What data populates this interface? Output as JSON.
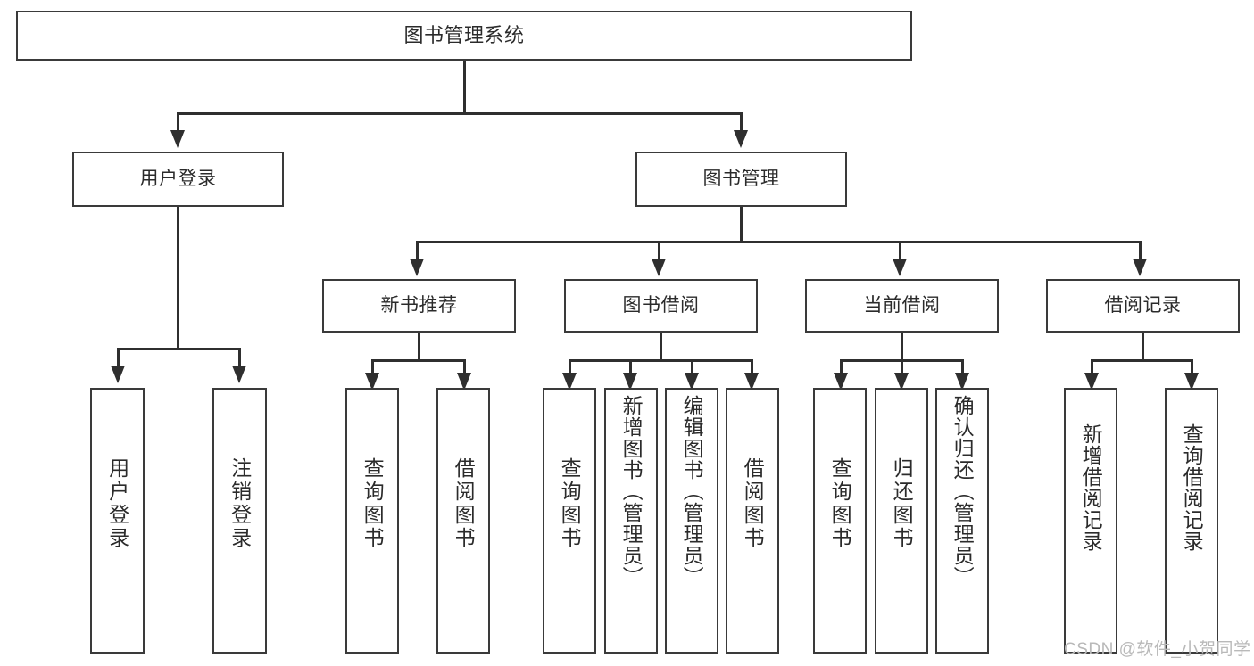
{
  "diagram": {
    "title_node": {
      "label": "图书管理系统"
    },
    "level2": [
      {
        "id": "user-login",
        "label": "用户登录"
      },
      {
        "id": "book-management",
        "label": "图书管理"
      }
    ],
    "level3": [
      {
        "id": "new-book-recommend",
        "label": "新书推荐"
      },
      {
        "id": "book-borrow",
        "label": "图书借阅"
      },
      {
        "id": "current-borrow",
        "label": "当前借阅"
      },
      {
        "id": "borrow-record",
        "label": "借阅记录"
      }
    ],
    "leaves": {
      "user_login": [
        {
          "id": "leaf-user-login",
          "label": "用户登录"
        },
        {
          "id": "leaf-logout-login",
          "label": "注销登录"
        }
      ],
      "new_book_recommend": [
        {
          "id": "leaf-query-book-1",
          "label": "查询图书"
        },
        {
          "id": "leaf-borrow-book-1",
          "label": "借阅图书"
        }
      ],
      "book_borrow": [
        {
          "id": "leaf-query-book-2",
          "label": "查询图书"
        },
        {
          "id": "leaf-add-book",
          "label": "新增图书（管理员）"
        },
        {
          "id": "leaf-edit-book",
          "label": "编辑图书（管理员）"
        },
        {
          "id": "leaf-borrow-book-2",
          "label": "借阅图书"
        }
      ],
      "current_borrow": [
        {
          "id": "leaf-query-book-3",
          "label": "查询图书"
        },
        {
          "id": "leaf-return-book",
          "label": "归还图书"
        },
        {
          "id": "leaf-confirm-return",
          "label": "确认归还（管理员）"
        }
      ],
      "borrow_record": [
        {
          "id": "leaf-add-record",
          "label": "新增借阅记录"
        },
        {
          "id": "leaf-query-record",
          "label": "查询借阅记录"
        }
      ]
    }
  },
  "watermark": {
    "text": "CSDN @软件_小贺同学"
  },
  "colors": {
    "border": "#3a3a3a",
    "line": "#2f2f2f",
    "text": "#2b2b2b",
    "background": "#ffffff",
    "watermark": "#b9b9b9"
  }
}
